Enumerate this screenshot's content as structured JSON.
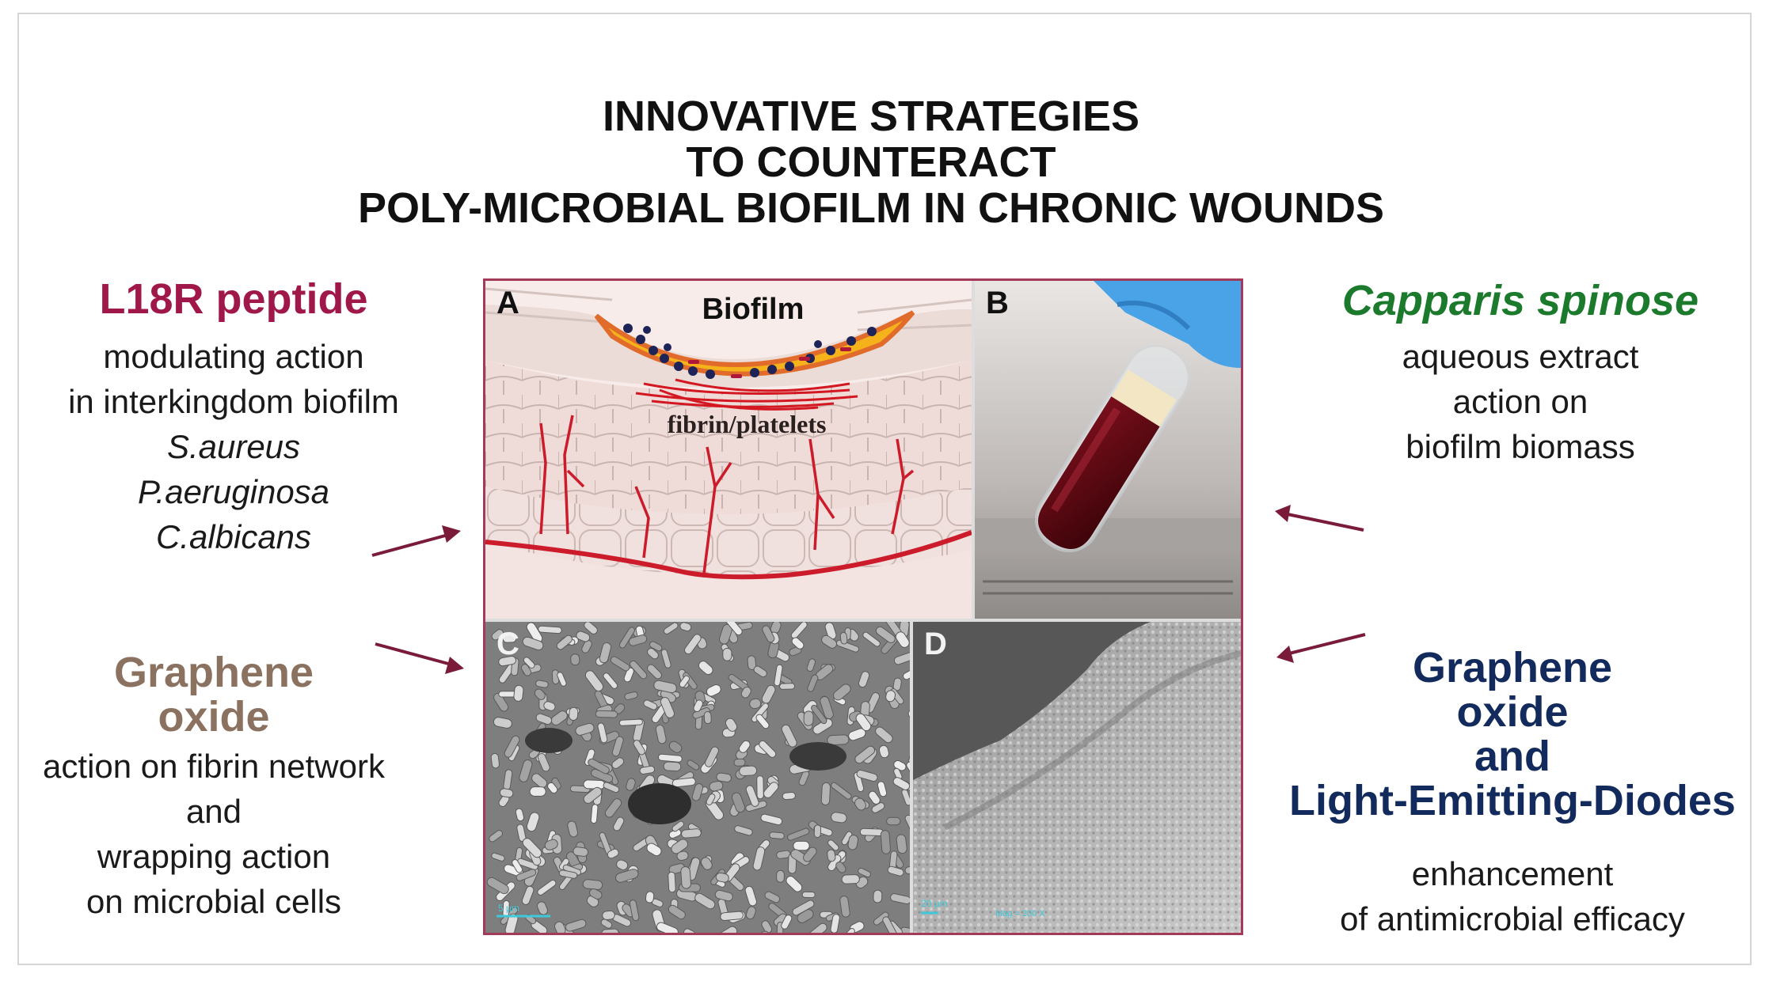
{
  "title": {
    "line1": "INNOVATIVE STRATEGIES",
    "line2": "TO COUNTERACT",
    "line3": "POLY-MICROBIAL BIOFILM IN CHRONIC WOUNDS"
  },
  "left_top": {
    "heading": "L18R peptide",
    "lines": [
      "modulating action",
      "in interkingdom biofilm"
    ],
    "organisms": [
      "S.aureus",
      "P.aeruginosa",
      "C.albicans"
    ]
  },
  "left_bottom": {
    "heading_line1": "Graphene",
    "heading_line2": "oxide",
    "lines": [
      "action on fibrin network",
      "and",
      "wrapping action",
      "on microbial cells"
    ]
  },
  "right_top": {
    "heading": "Capparis spinose",
    "lines": [
      "aqueous extract",
      "action on",
      "biofilm biomass"
    ]
  },
  "right_bottom": {
    "heading_lines": [
      "Graphene",
      "oxide",
      "and",
      "Light-Emitting-Diodes"
    ],
    "lines": [
      "enhancement",
      "of antimicrobial efficacy"
    ]
  },
  "figure": {
    "panel_a": {
      "label": "A",
      "biofilm_label": "Biofilm",
      "fibrin_label": "fibrin/platelets"
    },
    "panel_b": {
      "label": "B"
    },
    "panel_c": {
      "label": "C",
      "scale_text": "5 µm"
    },
    "panel_d": {
      "label": "D",
      "scale_text": "20 µm",
      "mag_text": "Mag = 200 X"
    }
  },
  "colors": {
    "l18r": "#a0174a",
    "graphene_left": "#8b7260",
    "capparis": "#1b7a2c",
    "graphene_led": "#132b5c",
    "arrow": "#7a1b3a",
    "figure_border": "#a33a5a"
  },
  "icons": [
    "arrow-right-icon",
    "arrow-left-icon"
  ]
}
